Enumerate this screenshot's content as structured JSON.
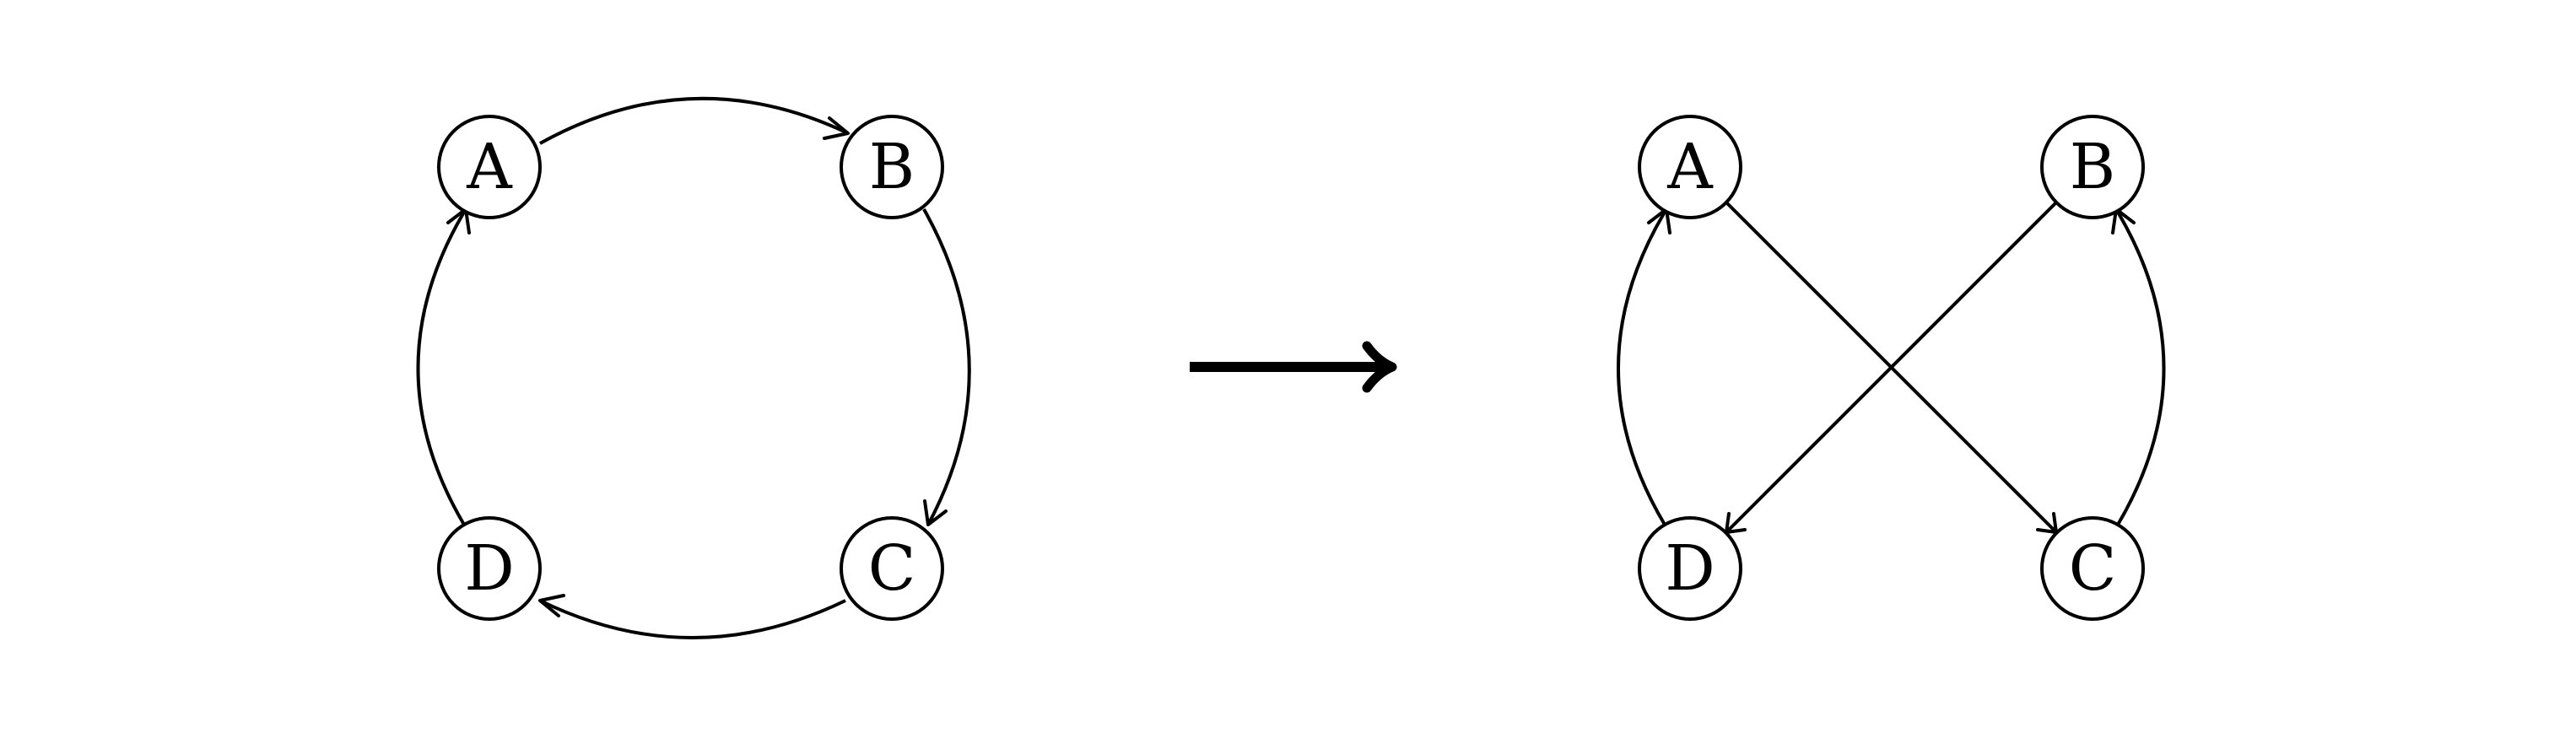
{
  "diagram": {
    "left_graph": {
      "nodes": [
        {
          "id": "A",
          "label": "A"
        },
        {
          "id": "B",
          "label": "B"
        },
        {
          "id": "C",
          "label": "C"
        },
        {
          "id": "D",
          "label": "D"
        }
      ],
      "edges": [
        {
          "from": "A",
          "to": "B"
        },
        {
          "from": "B",
          "to": "C"
        },
        {
          "from": "C",
          "to": "D"
        },
        {
          "from": "D",
          "to": "A"
        }
      ]
    },
    "transform_arrow": "right-arrow-icon",
    "right_graph": {
      "nodes": [
        {
          "id": "A",
          "label": "A"
        },
        {
          "id": "B",
          "label": "B"
        },
        {
          "id": "C",
          "label": "C"
        },
        {
          "id": "D",
          "label": "D"
        }
      ],
      "edges": [
        {
          "from": "A",
          "to": "C"
        },
        {
          "from": "B",
          "to": "D"
        },
        {
          "from": "D",
          "to": "A"
        },
        {
          "from": "C",
          "to": "B"
        }
      ]
    },
    "colors": {
      "stroke": "#000000",
      "background": "#ffffff"
    }
  }
}
